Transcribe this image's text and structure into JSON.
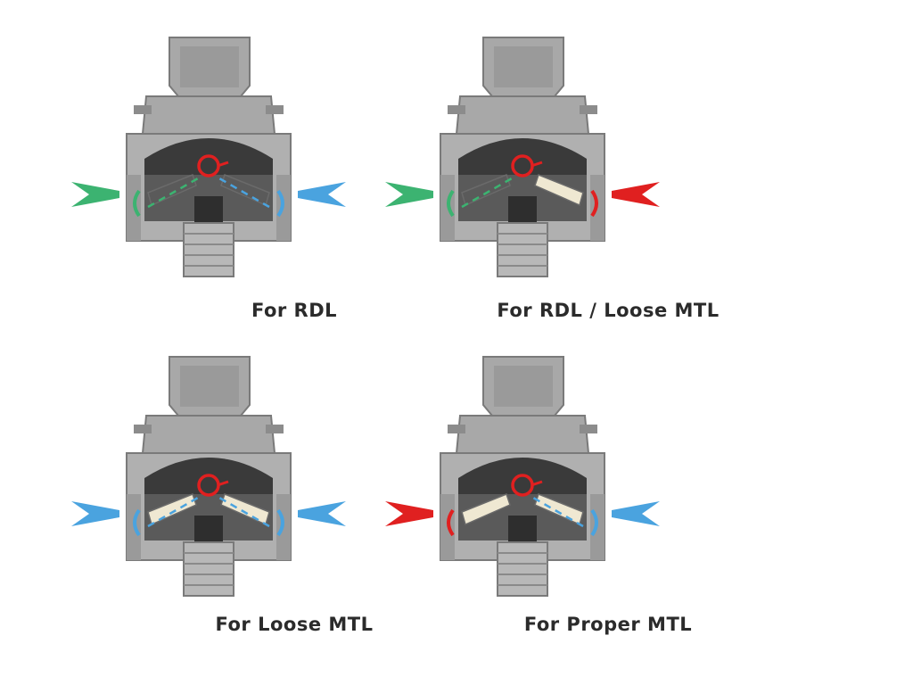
{
  "diagrams": [
    {
      "caption": "For RDL",
      "left_airflow": "open",
      "right_airflow": "open",
      "left_arrow_color": "#3cb371",
      "right_arrow_color": "#4aa3df"
    },
    {
      "caption": "For RDL / Loose MTL",
      "left_airflow": "open",
      "right_airflow": "blocked",
      "left_arrow_color": "#3cb371",
      "right_arrow_color": "#e02020"
    },
    {
      "caption": "For Loose MTL",
      "left_airflow": "partial",
      "right_airflow": "partial",
      "left_arrow_color": "#4aa3df",
      "right_arrow_color": "#4aa3df"
    },
    {
      "caption": "For Proper MTL",
      "left_airflow": "blocked",
      "right_airflow": "partial",
      "left_arrow_color": "#e02020",
      "right_arrow_color": "#4aa3df"
    }
  ],
  "colors": {
    "body": "#a8a8a8",
    "body_dark": "#8c8c8c",
    "chamber": "#3a3a3a",
    "coil": "#e02020",
    "insert": "#efe8d2"
  }
}
